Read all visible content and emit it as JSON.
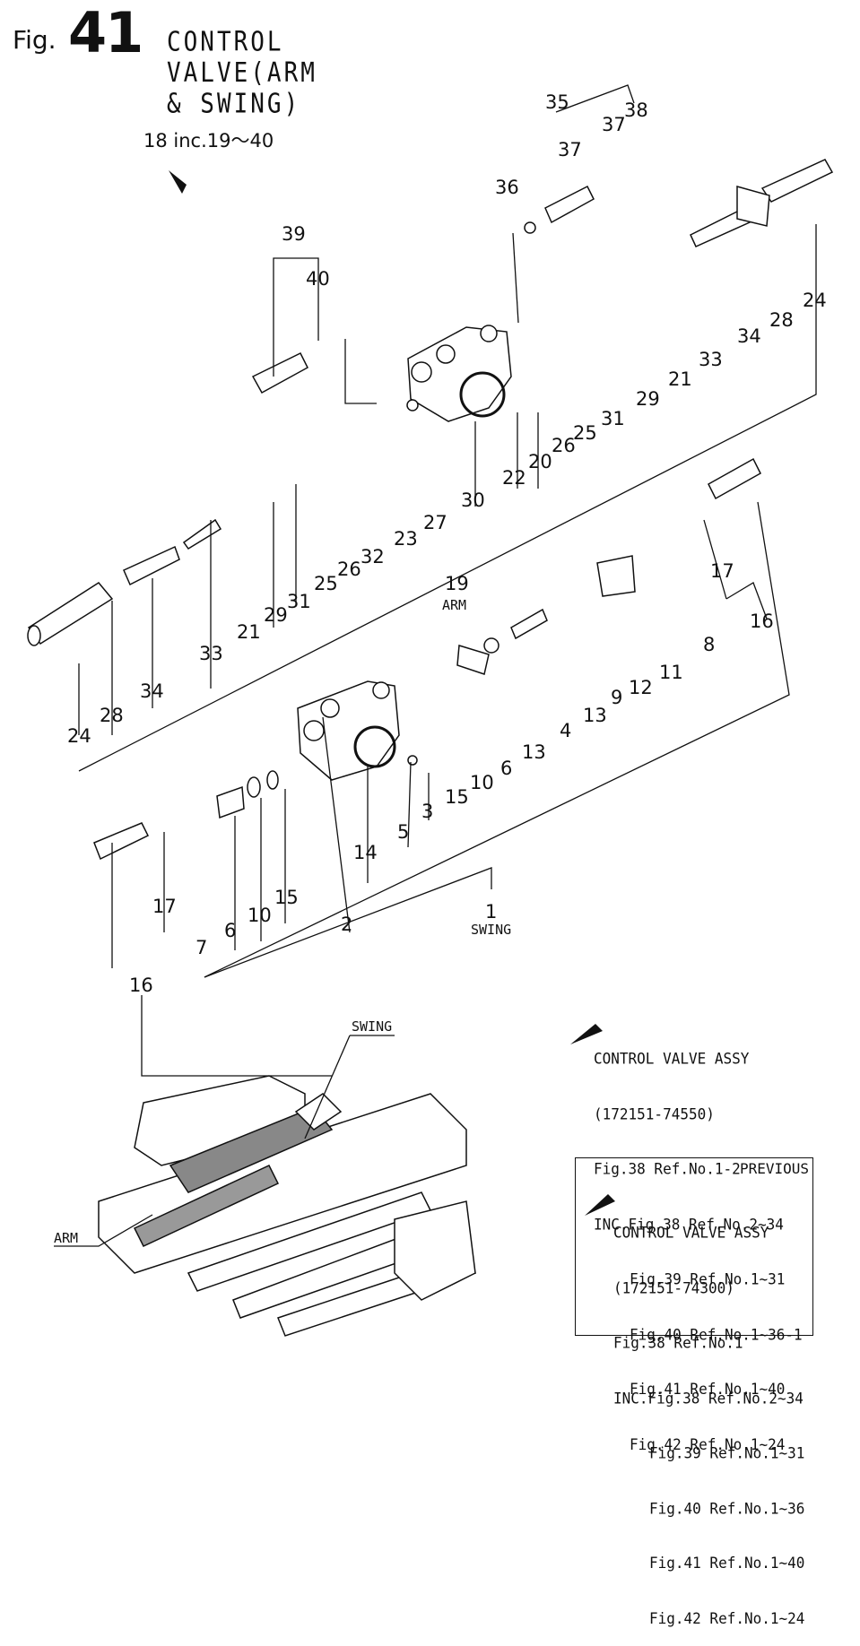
{
  "header": {
    "fig_prefix": "Fig.",
    "fig_number": "41",
    "title": "CONTROL VALVE(ARM & SWING)"
  },
  "group_ref": "18 inc.19～40",
  "labels": {
    "arm": "ARM",
    "swing": "SWING",
    "arm_small": "ARM",
    "swing_small": "SWING"
  },
  "callouts": [
    "35",
    "37",
    "38",
    "37",
    "36",
    "39",
    "40",
    "24",
    "28",
    "34",
    "33",
    "21",
    "29",
    "31",
    "25",
    "26",
    "20",
    "22",
    "30",
    "27",
    "23",
    "32",
    "26",
    "25",
    "31",
    "29",
    "21",
    "33",
    "34",
    "28",
    "24",
    "19",
    "17",
    "16",
    "8",
    "11",
    "12",
    "9",
    "13",
    "4",
    "13",
    "6",
    "10",
    "15",
    "3",
    "5",
    "14",
    "17",
    "15",
    "10",
    "6",
    "7",
    "2",
    "1",
    "16"
  ],
  "current_assy": {
    "title": "CONTROL VALVE ASSY",
    "part_no": "(172151-74550)",
    "lines": [
      "Fig.38 Ref.No.1-2",
      "INC.Fig.38 Ref.No.2~34",
      "Fig.39 Ref.No.1~31",
      "Fig.40 Ref.No.1~36-1",
      "Fig.41 Ref.No.1~40",
      "Fig.42 Ref.No.1~24"
    ]
  },
  "previous_assy": {
    "badge": "PREVIOUS",
    "title": "CONTROL VALVE ASSY",
    "part_no": "(172151-74300)",
    "lines": [
      "Fig.38 Ref.No.1",
      "INC.Fig.38 Ref.No.2~34",
      "Fig.39 Ref.No.1~31",
      "Fig.40 Ref.No.1~36",
      "Fig.41 Ref.No.1~40",
      "Fig.42 Ref.No.1~24"
    ]
  }
}
